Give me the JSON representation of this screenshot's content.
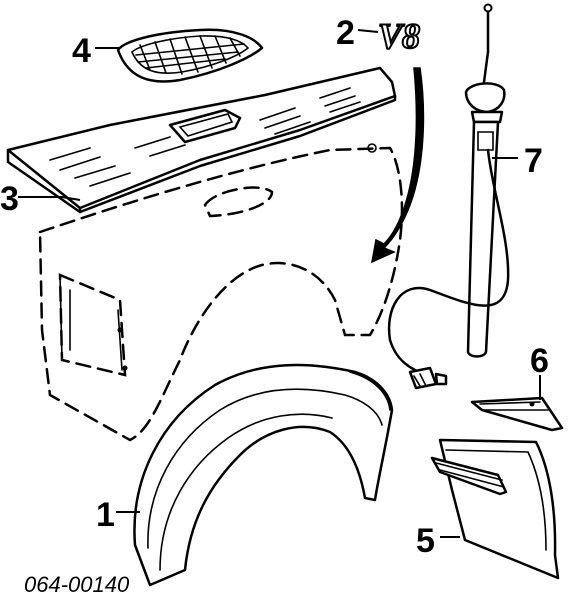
{
  "callouts": {
    "c1": "1",
    "c2": "2",
    "c3": "3",
    "c4": "4",
    "c5": "5",
    "c6": "6",
    "c7": "7"
  },
  "emblem_text": "V8",
  "reference_number": "064-00140"
}
